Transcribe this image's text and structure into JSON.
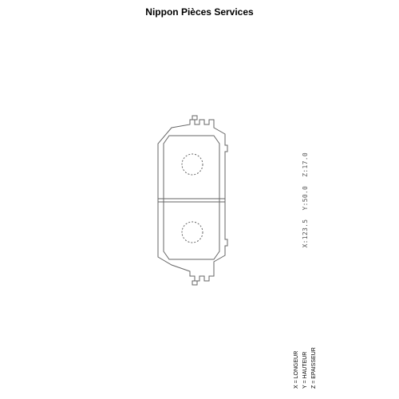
{
  "header": {
    "title": "Nippon Pièces Services"
  },
  "dimensions": {
    "x": "X:123.5",
    "y": "Y:50.0",
    "z": "Z:17.0"
  },
  "legend": {
    "x": "X = LONGEUR",
    "y": "Y = HAUTEUR",
    "z": "Z = EPAISSEUR"
  },
  "colors": {
    "line": "#666666",
    "text": "#000000"
  }
}
